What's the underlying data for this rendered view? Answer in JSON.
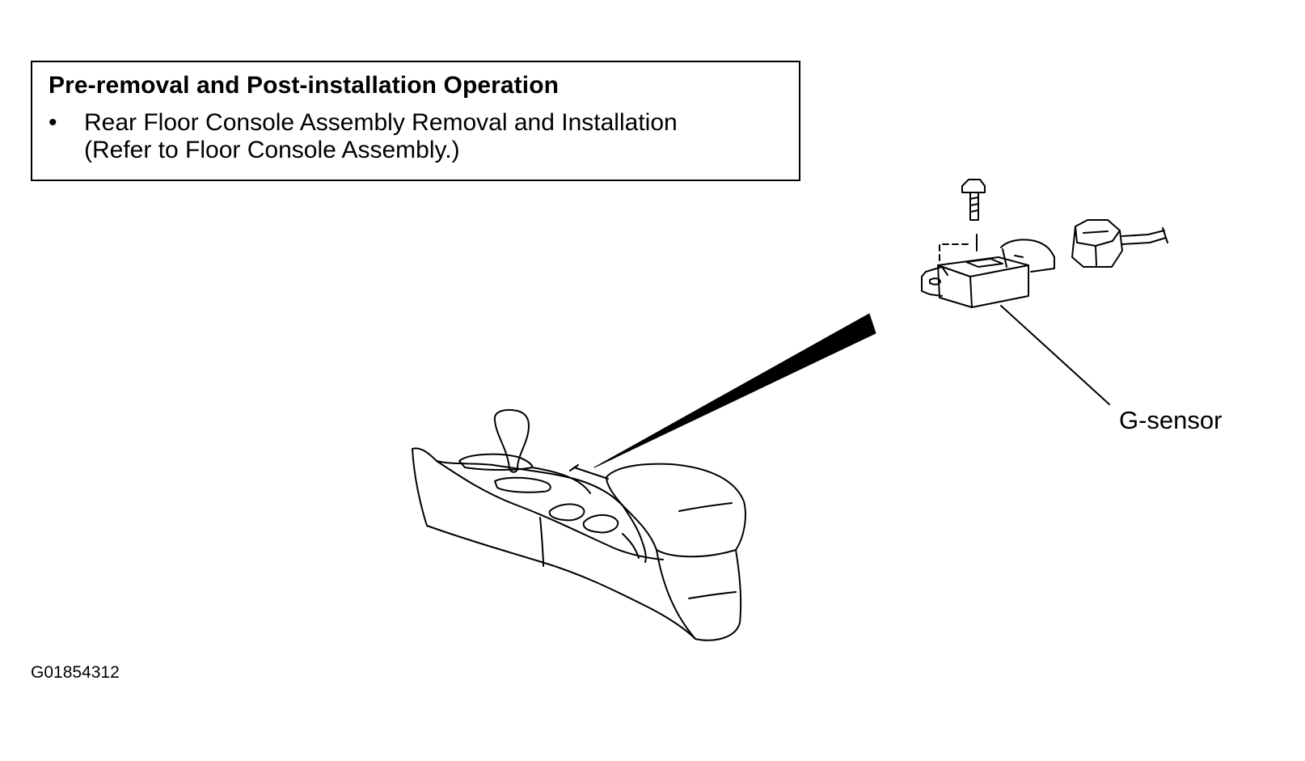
{
  "note": {
    "title": "Pre-removal and Post-installation Operation",
    "bullet": "•",
    "item_line1": "Rear Floor Console Assembly Removal and Installation",
    "item_line2": "(Refer to Floor Console Assembly.)"
  },
  "callouts": {
    "g_sensor": "G-sensor"
  },
  "figure_id": "G01854312",
  "icons": [
    "floor-console-drawing",
    "g-sensor-drawing",
    "bolt-drawing",
    "connector-drawing"
  ],
  "colors": {
    "ink": "#000000",
    "paper": "#ffffff"
  }
}
